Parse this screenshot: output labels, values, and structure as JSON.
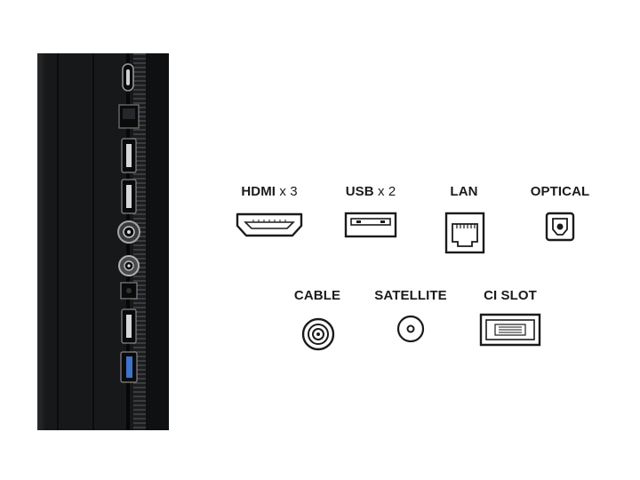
{
  "connectors": {
    "hdmi": {
      "name": "HDMI",
      "count": "x 3",
      "icon": "hdmi-port-icon"
    },
    "usb": {
      "name": "USB",
      "count": "x 2",
      "icon": "usb-port-icon"
    },
    "lan": {
      "name": "LAN",
      "icon": "ethernet-port-icon"
    },
    "optical": {
      "name": "OPTICAL",
      "icon": "optical-port-icon"
    },
    "cable": {
      "name": "CABLE",
      "icon": "coaxial-port-icon"
    },
    "satellite": {
      "name": "SATELLITE",
      "icon": "f-connector-icon"
    },
    "ci_slot": {
      "name": "CI SLOT",
      "icon": "ci-card-slot-icon"
    }
  },
  "colors": {
    "background": "#ffffff",
    "text": "#1b1b1b",
    "panel": "#17181a",
    "usb3_accent": "#3b74c9"
  }
}
